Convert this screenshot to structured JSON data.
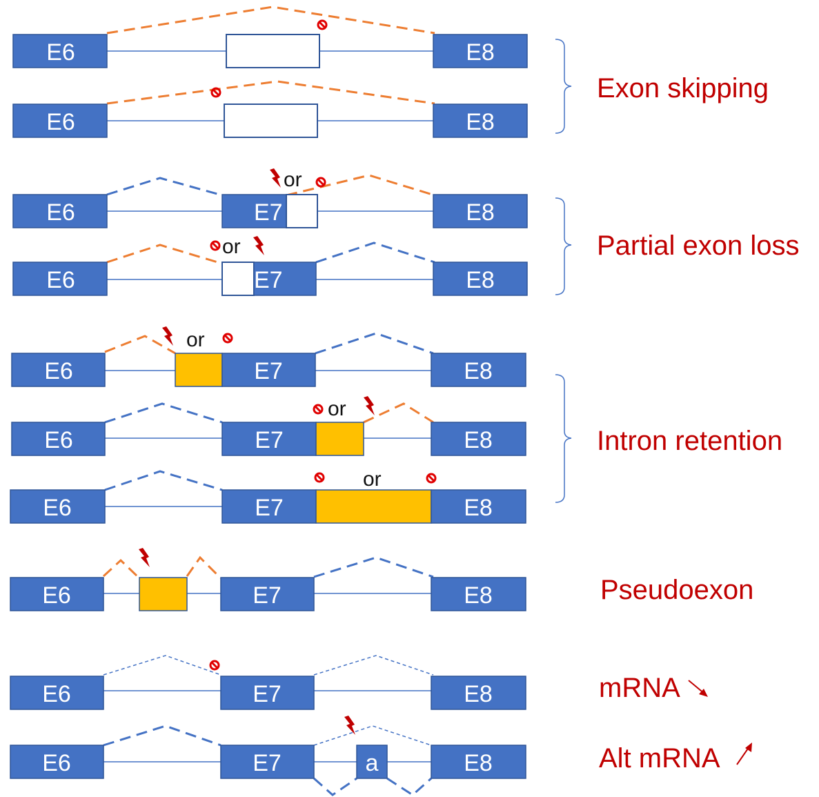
{
  "colors": {
    "exon_fill": "#4472c4",
    "exon_stroke": "#2f5597",
    "retained_fill": "#ffc000",
    "skipped_fill": "#ffffff",
    "orange_splice": "#ed7d31",
    "blue_splice": "#4472c4",
    "label_red": "#c00000",
    "symbol_red": "#e00000",
    "bolt_red": "#c00000"
  },
  "exons": {
    "e6": "E6",
    "e7": "E7",
    "e8": "E8",
    "alt": "a"
  },
  "or_text": "or",
  "categories": {
    "exon_skipping": "Exon skipping",
    "partial_exon_loss": "Partial exon loss",
    "intron_retention": "Intron retention",
    "pseudoexon": "Pseudoexon",
    "mrna_down": "mRNA",
    "alt_mrna_up": "Alt mRNA"
  },
  "icons": {
    "blocked_site": "no-entry-icon",
    "mutation": "lightning-bolt-icon",
    "down_arrow": "arrow-down-right-icon",
    "up_arrow": "arrow-up-right-icon"
  }
}
